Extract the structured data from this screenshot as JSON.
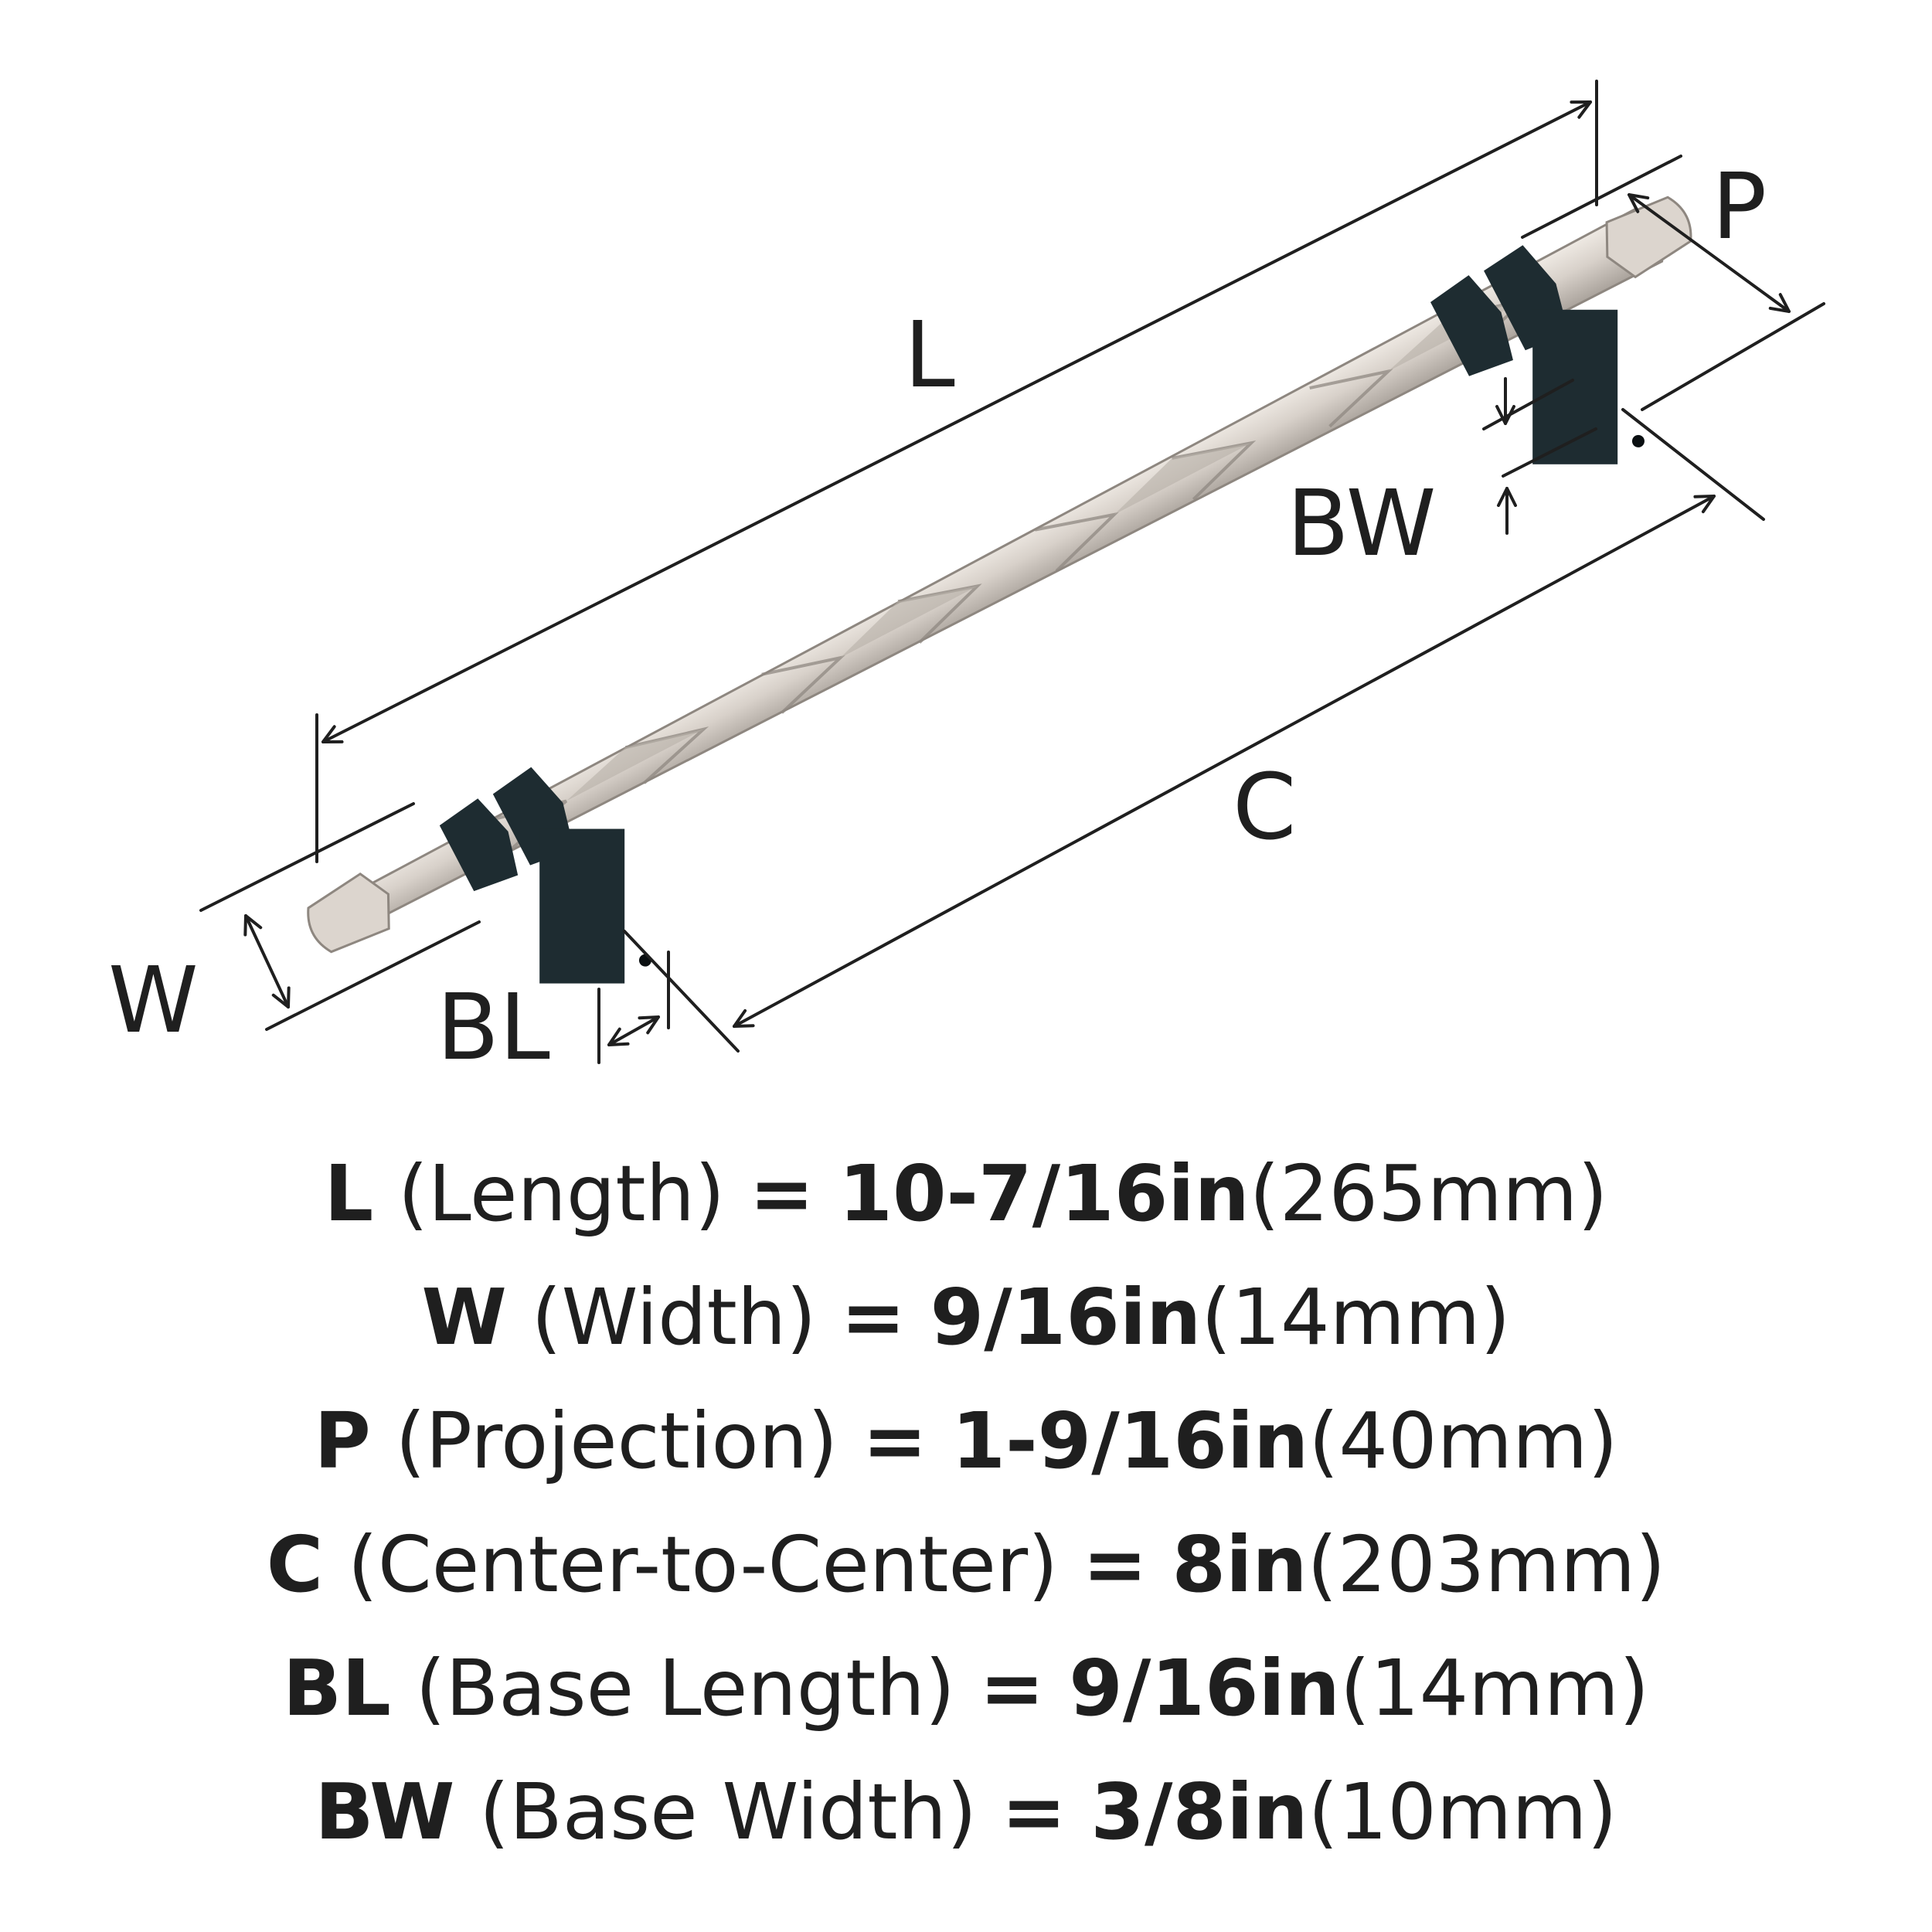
{
  "diagram_labels": {
    "length": "L",
    "width": "W",
    "projection": "P",
    "center_to_center": "C",
    "base_length": "BL",
    "base_width": "BW"
  },
  "specs": [
    {
      "key": "L",
      "desc": "(Length)",
      "eq": "=",
      "value": "10-7/16in",
      "metric": "(265mm)"
    },
    {
      "key": "W",
      "desc": "(Width)",
      "eq": "=",
      "value": "9/16in",
      "metric": "(14mm)"
    },
    {
      "key": "P",
      "desc": "(Projection)",
      "eq": "=",
      "value": "1-9/16in",
      "metric": "(40mm)"
    },
    {
      "key": "C",
      "desc": "(Center-to-Center)",
      "eq": "=",
      "value": "8in",
      "metric": "(203mm)"
    },
    {
      "key": "BL",
      "desc": "(Base Length)",
      "eq": "=",
      "value": "9/16in",
      "metric": "(14mm)"
    },
    {
      "key": "BW",
      "desc": "(Base Width)",
      "eq": "=",
      "value": "3/8in",
      "metric": "(10mm)"
    }
  ],
  "colors": {
    "text": "#1f1f1f",
    "handle_light": "#e8e2dc",
    "handle_mid": "#cfc8c1",
    "handle_dark": "#a59e97",
    "base": "#1e2c31"
  }
}
